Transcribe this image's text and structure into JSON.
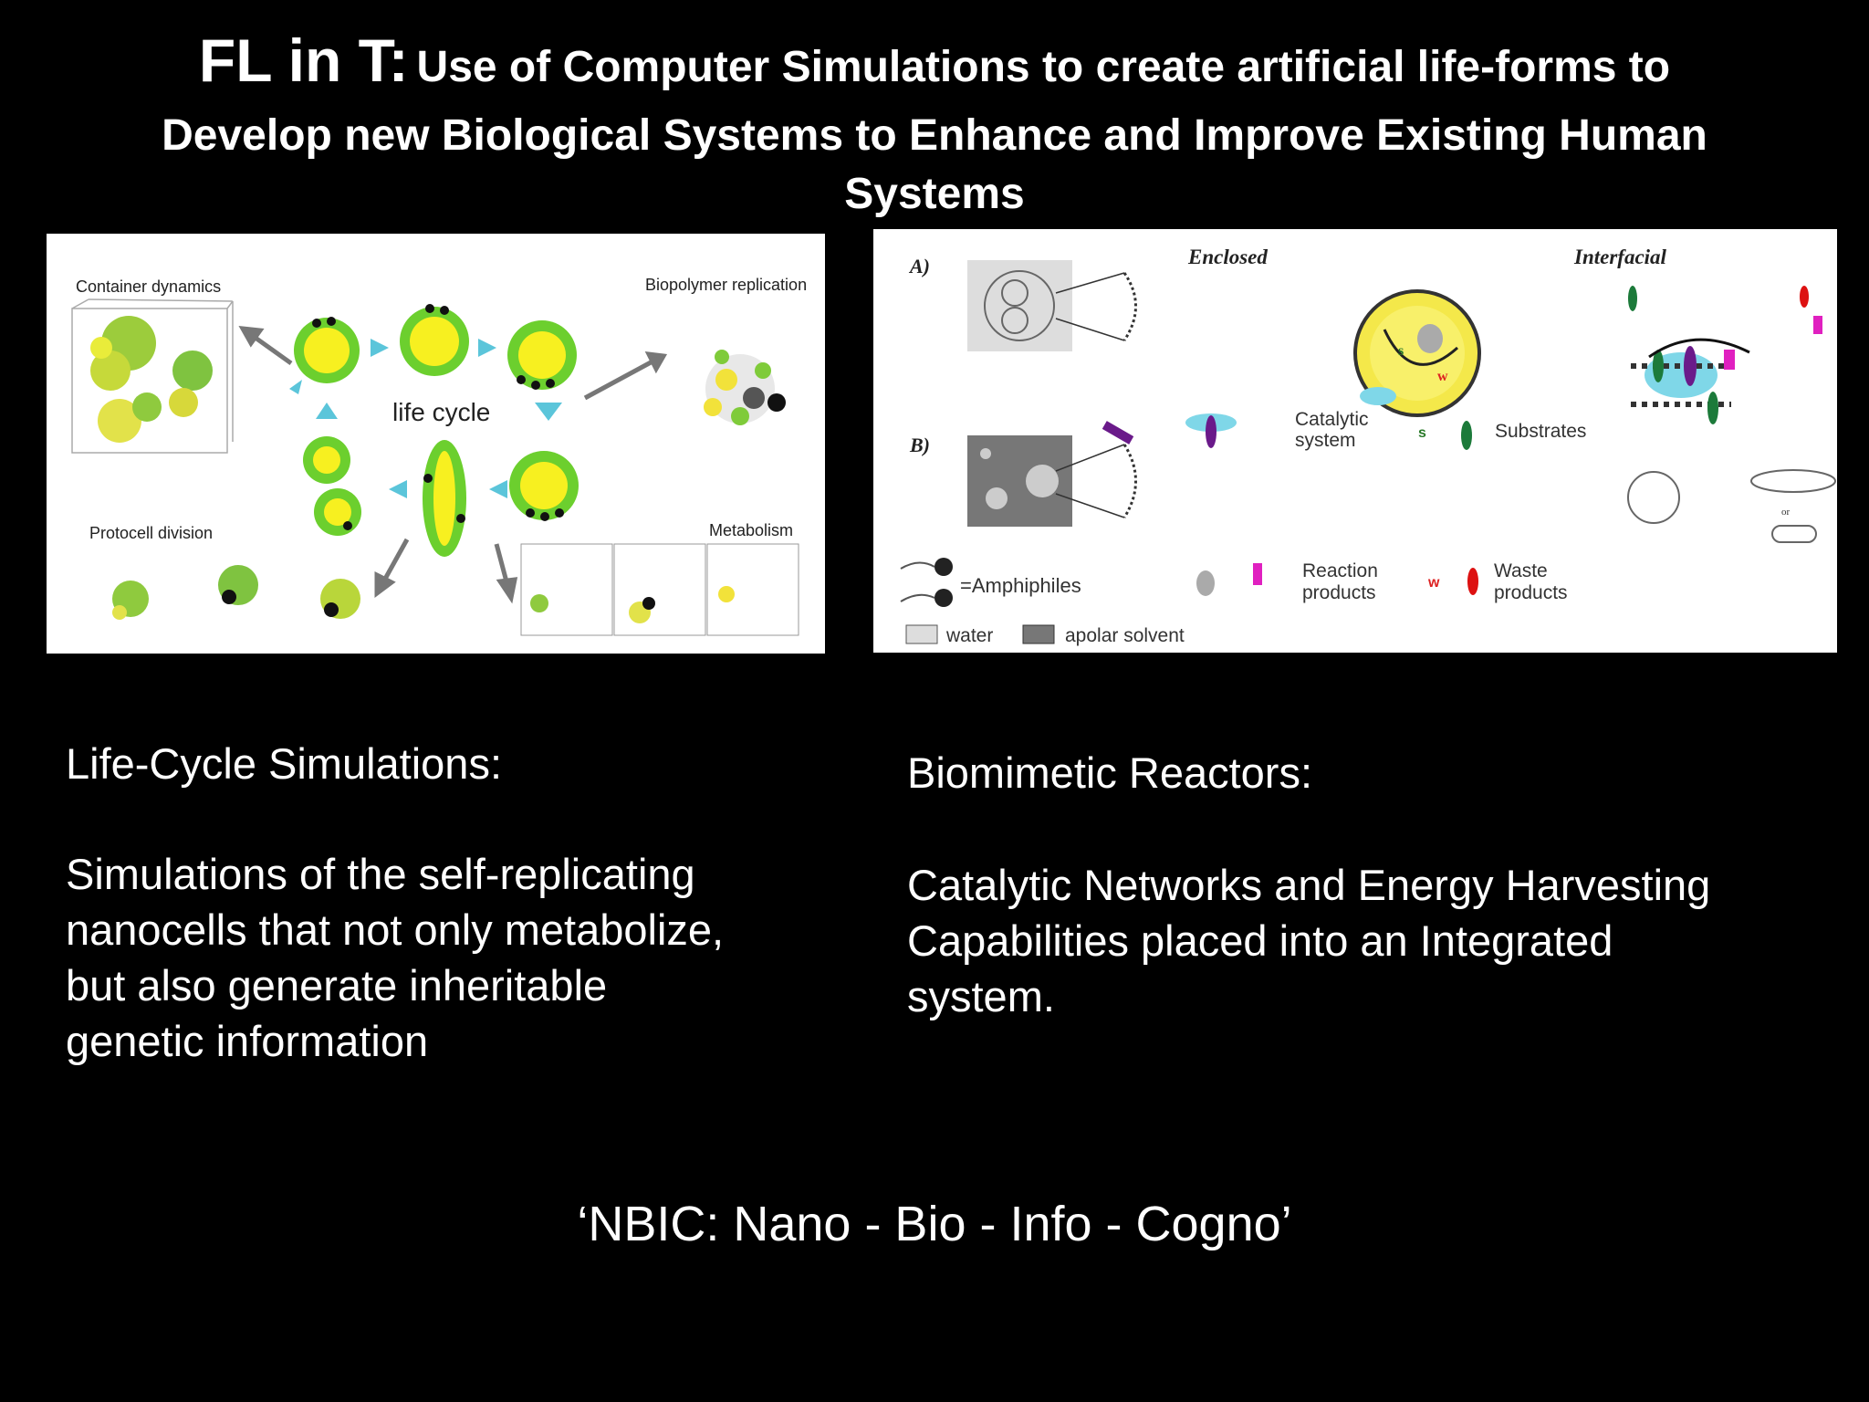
{
  "title": {
    "prefix": "FL in T:",
    "line1": "Use of Computer Simulations to create artificial life-forms to",
    "line2": "Develop new Biological Systems to Enhance and Improve Existing Human",
    "line3": "Systems"
  },
  "left_figure": {
    "labels": {
      "container": "Container dynamics",
      "biopolymer": "Biopolymer replication",
      "life_cycle": "life cycle",
      "division": "Protocell division",
      "metabolism": "Metabolism"
    }
  },
  "right_figure": {
    "labels": {
      "a": "A)",
      "b": "B)",
      "enclosed": "Enclosed",
      "interfacial": "Interfacial",
      "catalytic_1": "Catalytic",
      "catalytic_2": "system",
      "substrates_symbol": "s",
      "substrates": "Substrates",
      "amphiphiles": "=Amphiphiles",
      "reaction_1": "Reaction",
      "reaction_2": "products",
      "waste_symbol": "w",
      "waste_1": "Waste",
      "waste_2": "products",
      "water": "water",
      "apolar": "apolar solvent",
      "or": "or"
    }
  },
  "left_section": {
    "heading": "Life-Cycle Simulations:",
    "lines": [
      "Simulations of the self-replicating",
      "nanocells that not only metabolize,",
      "but also generate inheritable",
      "genetic information"
    ]
  },
  "right_section": {
    "heading": "Biomimetic Reactors:",
    "lines": [
      "Catalytic Networks and Energy Harvesting",
      "Capabilities placed into an Integrated",
      "system."
    ]
  },
  "footer": "‘NBIC:  Nano -  Bio -  Info -  Cogno’"
}
